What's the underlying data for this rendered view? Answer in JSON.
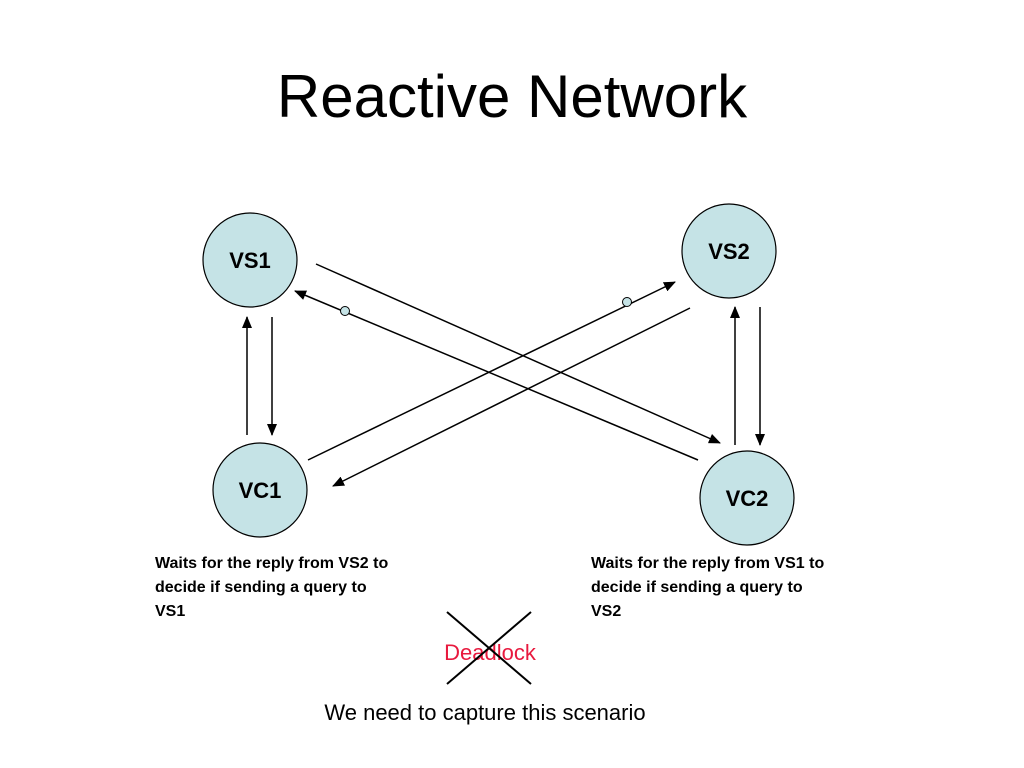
{
  "title": "Reactive Network",
  "colors": {
    "node_fill": "#c5e3e6",
    "stroke": "#000000",
    "deadlock_text": "#e8193e"
  },
  "nodes": {
    "vs1": "VS1",
    "vs2": "VS2",
    "vc1": "VC1",
    "vc2": "VC2"
  },
  "notes": {
    "vc1": "Waits for the reply from VS2 to\ndecide if sending a query to\nVS1",
    "vc2": "Waits for the reply from VS1 to\ndecide if sending a query to\nVS2"
  },
  "deadlock": {
    "label": "Deadlock",
    "crossed_out": true
  },
  "footer": "We need to capture this scenario"
}
